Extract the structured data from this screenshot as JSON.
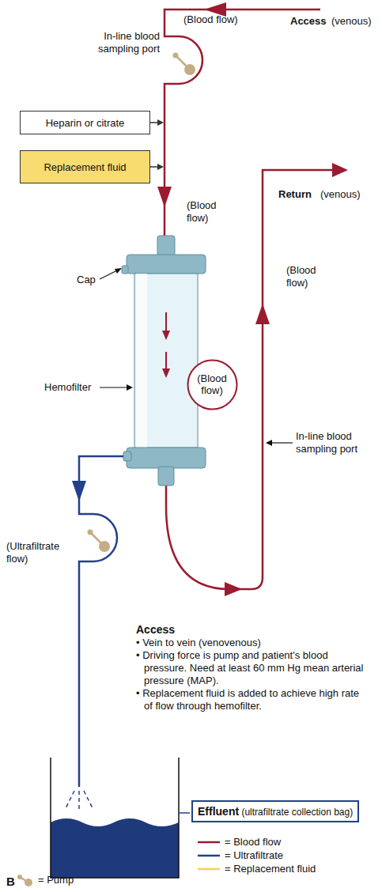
{
  "diagram": {
    "nodes": [
      {
        "text": [
          "Heparin or citrate"
        ]
      },
      {
        "text": [
          "Replacement fluid"
        ]
      },
      {
        "text": [
          "(Blood flow)"
        ]
      },
      {
        "text": [
          "Effluent",
          "(ultrafiltrate collection bag)"
        ]
      }
    ],
    "labels": [
      "(Blood flow)",
      "Access",
      "(venous)",
      "In-line blood sampling port",
      "(Blood flow)",
      "Return",
      "(venous)",
      "(Blood flow)",
      "Cap",
      "Hemofilter",
      "In-line blood sampling port",
      "(Ultrafiltrate flow)",
      "Access",
      "• Vein to vein (venovenous)",
      "• Driving force is pump and patient's blood pressure. Need at least 60 mm Hg mean arterial pressure (MAP).",
      "• Replacement fluid is added to achieve high rate of flow through hemofilter.",
      "B"
    ],
    "legend": [
      {
        "text": "= Blood flow",
        "color": "#9b1b30"
      },
      {
        "text": "= Ultrafiltrate",
        "color": "#22408c"
      },
      {
        "text": "= Replacement fluid",
        "color": "#f2d34f"
      },
      {
        "text": "= Pump"
      }
    ]
  }
}
